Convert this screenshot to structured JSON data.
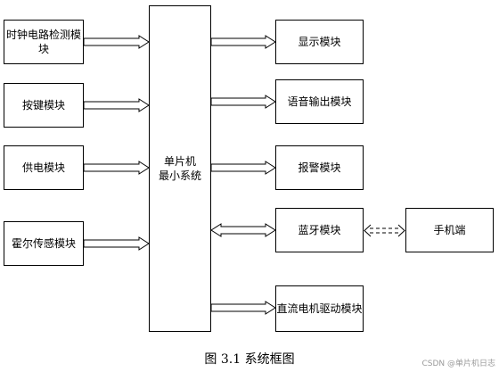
{
  "blocks": {
    "clock": "时钟电路检测模块",
    "keys": "按键模块",
    "power": "供电模块",
    "hall": "霍尔传感模块",
    "mcu": "单片机\n最小系统",
    "display": "显示模块",
    "voice": "语音输出模块",
    "alarm": "报警模块",
    "bluetooth": "蓝牙模块",
    "phone": "手机端",
    "motor": "直流电机驱动模块"
  },
  "caption": "图 3.1  系统框图",
  "watermark": "CSDN @单片机日志"
}
